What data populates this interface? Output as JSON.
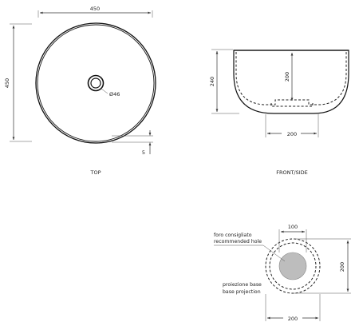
{
  "top_view": {
    "caption": "TOP",
    "width_dim": "450",
    "height_dim": "450",
    "drain_dim": "Ø46",
    "rim_dim": "5"
  },
  "front_view": {
    "caption": "FRONT/SIDE",
    "height_dim": "240",
    "inner_height_dim": "200",
    "base_dim": "200"
  },
  "base_view": {
    "hole_label_line1": "foro consigliato",
    "hole_label_line2": "recommended hole",
    "hole_dim": "100",
    "base_label_line1": "proiezione base",
    "base_label_line2": "base projection",
    "height_dim": "200",
    "width_dim": "200",
    "hole_fill_color": "#bdbdbd"
  }
}
